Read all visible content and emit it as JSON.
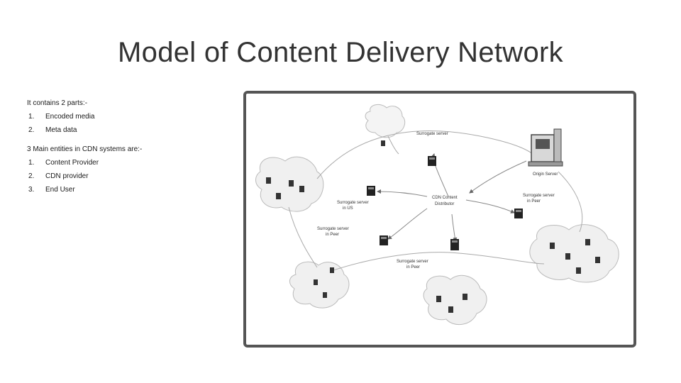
{
  "slide": {
    "title": "Model of Content Delivery Network"
  },
  "left_panel": {
    "section1": {
      "heading": "It contains 2 parts:-",
      "items": [
        {
          "num": "1.",
          "label": "Encoded media"
        },
        {
          "num": "2.",
          "label": "Meta data"
        }
      ]
    },
    "section2": {
      "heading": "3 Main entities in CDN systems are:-",
      "items": [
        {
          "num": "1.",
          "label": "Content Provider"
        },
        {
          "num": "2.",
          "label": "CDN provider"
        },
        {
          "num": "3.",
          "label": "End User"
        }
      ]
    }
  },
  "diagram": {
    "labels": {
      "center": [
        "CDN Content",
        "Distributor"
      ],
      "server_top": "Surrogate server",
      "server_right": [
        "Surrogate server",
        "in Peer"
      ],
      "server_mid_left": [
        "Surrogate server",
        "in US"
      ],
      "server_left_low": [
        "Surrogate server",
        "in Peer"
      ],
      "server_bottom": [
        "Surrogate server",
        "in Peer"
      ],
      "origin": "Origin Server"
    }
  }
}
